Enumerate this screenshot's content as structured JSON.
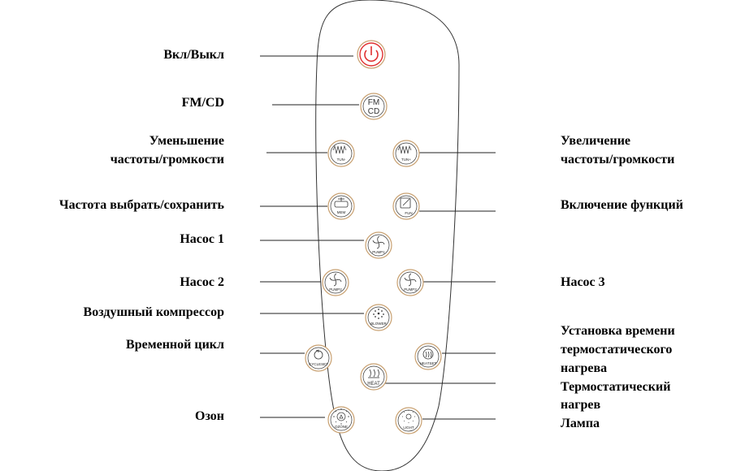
{
  "colors": {
    "power_accent": "#e03030",
    "button_ring": "#c8a070",
    "outline": "#333333"
  },
  "remote": {
    "buttons": {
      "power": {
        "icon": "power-icon"
      },
      "fm_cd": {
        "line1": "FM",
        "line2": "CD"
      },
      "tun_minus": {
        "text": "TUN-",
        "icon": "wave-icon"
      },
      "tun_plus": {
        "text": "TUN+",
        "icon": "wave-icon"
      },
      "mem": {
        "text": "MEM",
        "icon": "memory-icon"
      },
      "fun": {
        "text": "FUN",
        "icon": "function-icon"
      },
      "pump1": {
        "text": "PUMP1",
        "icon": "fan-icon"
      },
      "pump2": {
        "text": "PUMP2",
        "icon": "fan-icon"
      },
      "pump3": {
        "text": "PUMP3",
        "icon": "fan-icon"
      },
      "blower": {
        "text": "BLOWER",
        "icon": "bubbles-icon"
      },
      "cycleset": {
        "text": "CYCLESET",
        "icon": "cycle-icon"
      },
      "heatset": {
        "text": "HEATSET",
        "icon": "heat-coil-icon"
      },
      "heat": {
        "text": "HEAT",
        "icon": "heat-icon"
      },
      "ozone": {
        "text": "OZONE",
        "icon": "ozone-icon"
      },
      "light": {
        "text": "LIGHT",
        "icon": "light-icon"
      }
    }
  },
  "labels": {
    "power": "Вкл/Выкл",
    "fm_cd": "FM/CD",
    "tun_minus_1": "Уменьшение",
    "tun_minus_2": "частоты/громкости",
    "tun_plus_1": "Увеличение",
    "tun_plus_2": "частоты/громкости",
    "mem": "Частота выбрать/сохранить",
    "fun": "Включение функций",
    "pump1": "Насос 1",
    "pump2": "Насос 2",
    "pump3": "Насос 3",
    "blower": "Воздушный компрессор",
    "cycle": "Временной цикл",
    "heatset_1": "Установка  времени",
    "heatset_2": "термостатического",
    "heatset_3": "нагрева",
    "heat_1": "Термостатический",
    "heat_2": " нагрев",
    "light": " Лампа",
    "ozone": "Озон"
  }
}
